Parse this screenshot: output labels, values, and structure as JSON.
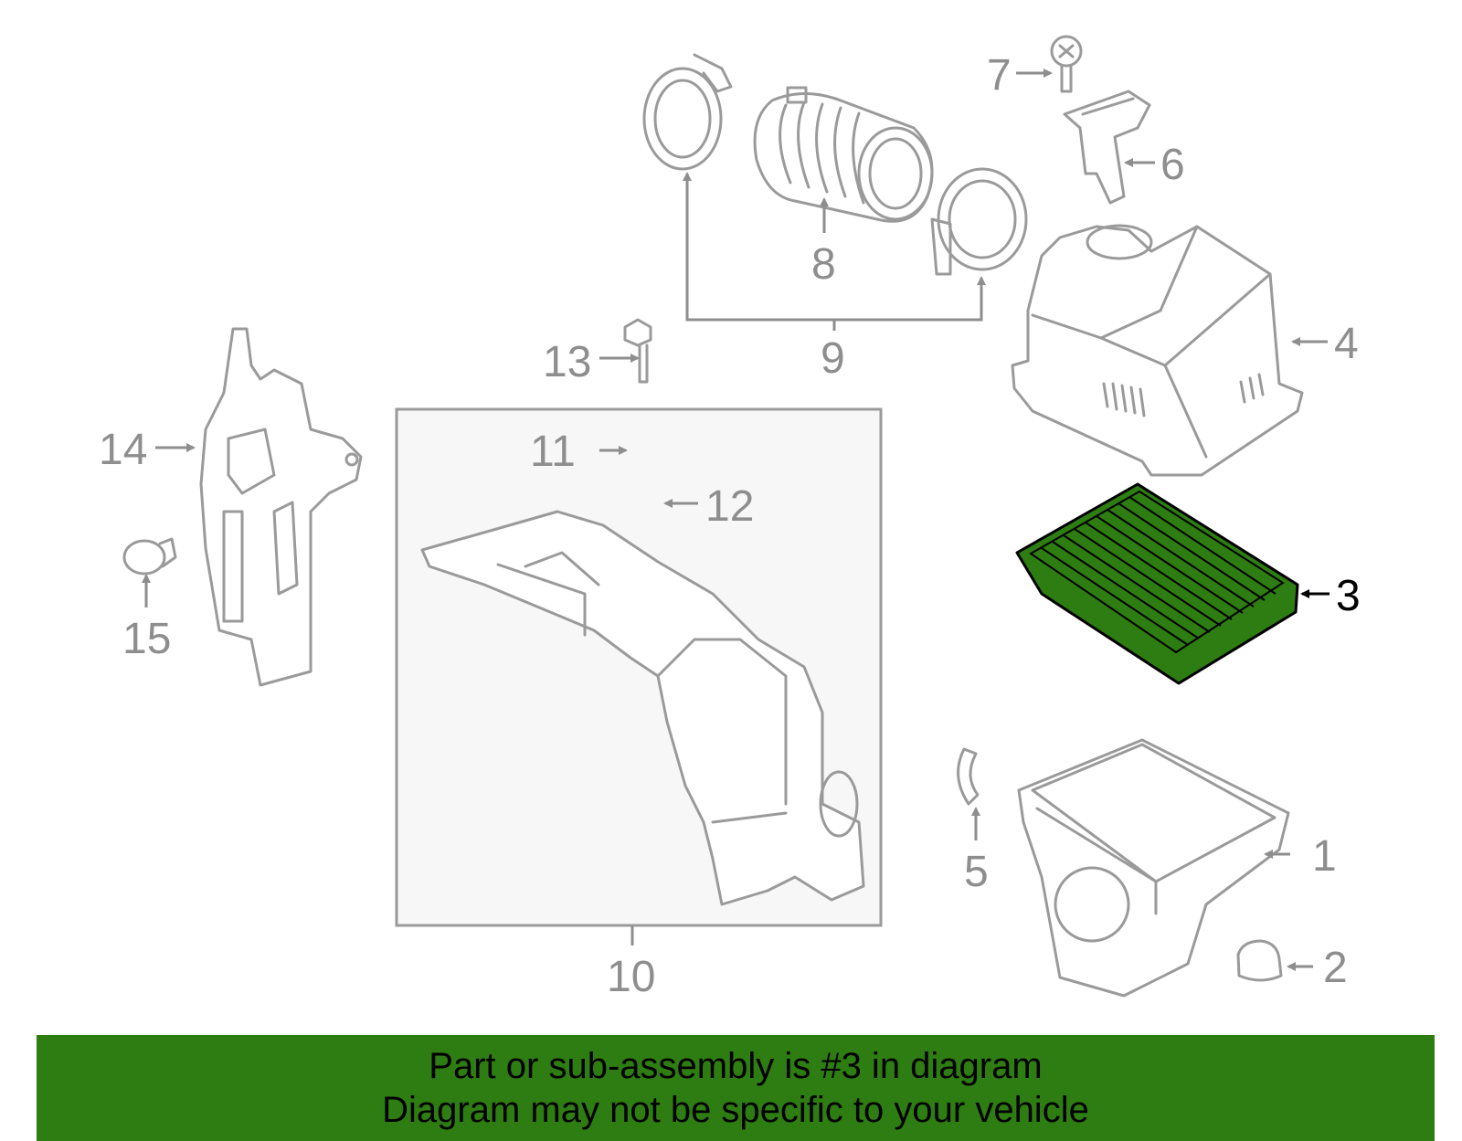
{
  "callouts": {
    "c1": "1",
    "c2": "2",
    "c3": "3",
    "c4": "4",
    "c5": "5",
    "c6": "6",
    "c7": "7",
    "c8": "8",
    "c9": "9",
    "c10": "10",
    "c11": "11",
    "c12": "12",
    "c13": "13",
    "c14": "14",
    "c15": "15"
  },
  "highlight": {
    "part": "3",
    "color": "#2e7d12"
  },
  "banner": {
    "line1": "Part or sub-assembly is #3 in diagram",
    "line2": "Diagram may not be specific to your vehicle",
    "background": "#2e7d12"
  }
}
